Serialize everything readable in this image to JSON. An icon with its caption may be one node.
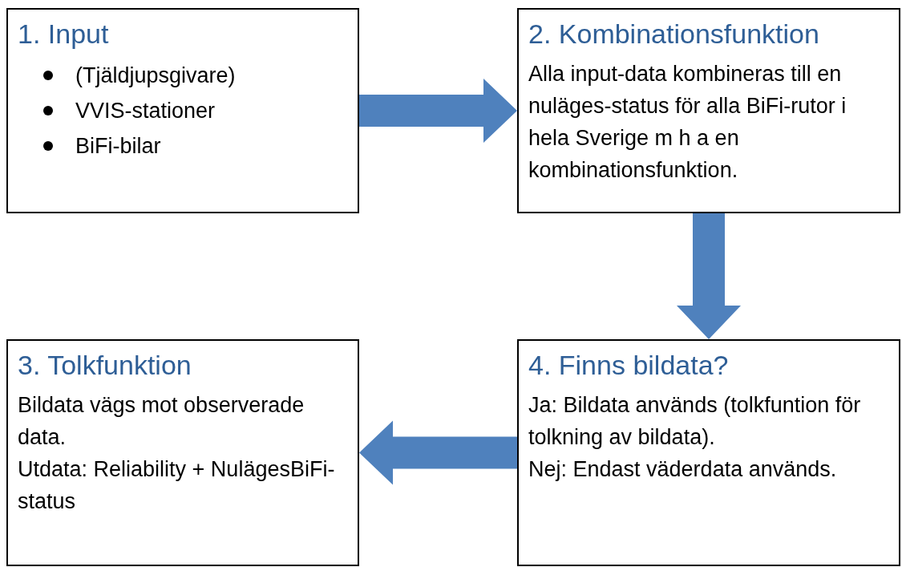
{
  "diagram": {
    "nodes": [
      {
        "text": [
          "1. Input",
          "(Tjäldjupsgivare)",
          "VVIS-stationer",
          "BiFi-bilar"
        ]
      },
      {
        "text": [
          "2. Kombinationsfunktion",
          "Alla input-data kombineras till en nuläges-status för alla BiFi-rutor i hela Sverige m h a en kombinationsfunktion."
        ]
      },
      {
        "text": [
          "3. Tolkfunktion",
          "Bildata vägs mot observerade data.",
          "Utdata: Reliability + NulägesBiFi-status"
        ]
      },
      {
        "text": [
          "4. Finns bildata?",
          "Ja: Bildata används (tolkfuntion för tolkning av bildata).",
          "Nej: Endast väderdata används."
        ]
      }
    ],
    "edges": [
      {
        "from": 0,
        "to": 1,
        "arrow": "to"
      },
      {
        "from": 1,
        "to": 3,
        "arrow": "to"
      },
      {
        "from": 3,
        "to": 2,
        "arrow": "to"
      }
    ]
  }
}
